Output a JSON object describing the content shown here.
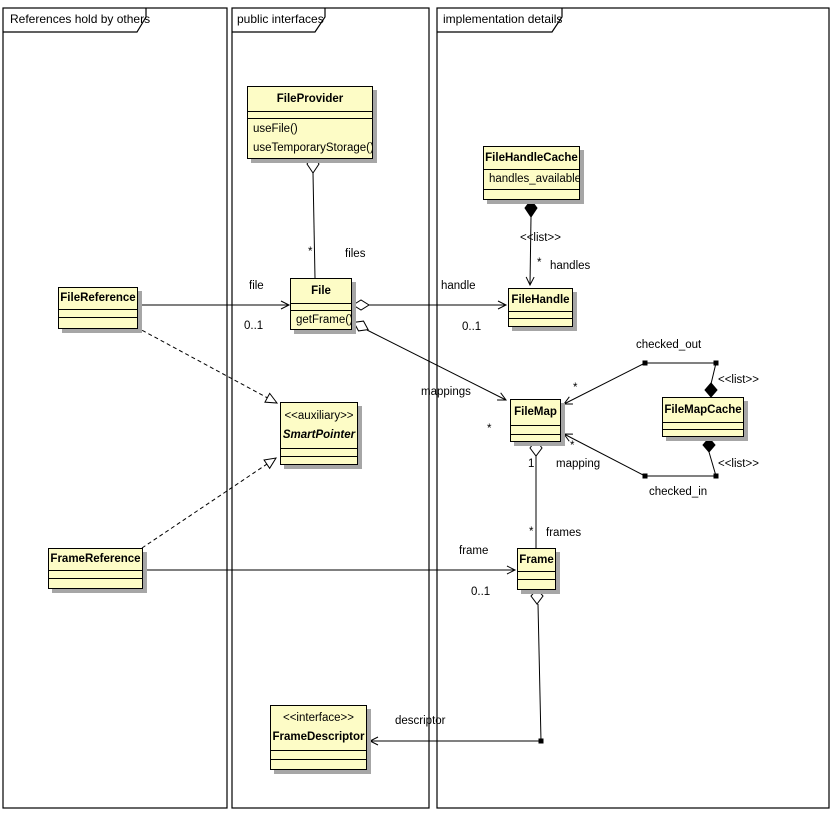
{
  "packages": {
    "references": {
      "label": "References hold by others"
    },
    "public": {
      "label": "public interfaces"
    },
    "implementation": {
      "label": "implementation details"
    }
  },
  "classes": {
    "file_provider": {
      "name": "FileProvider",
      "operations": [
        "useFile()",
        "useTemporaryStorage()"
      ]
    },
    "file_handle_cache": {
      "name": "FileHandleCache",
      "attributes": [
        "handles_available"
      ]
    },
    "file": {
      "name": "File",
      "operations": [
        "getFrame()"
      ]
    },
    "file_handle": {
      "name": "FileHandle"
    },
    "file_reference": {
      "name": "FileReference"
    },
    "smart_pointer": {
      "stereotype": "<<auxiliary>>",
      "name": "SmartPointer"
    },
    "file_map": {
      "name": "FileMap"
    },
    "file_map_cache": {
      "name": "FileMapCache"
    },
    "frame_reference": {
      "name": "FrameReference"
    },
    "frame": {
      "name": "Frame"
    },
    "frame_descriptor": {
      "stereotype": "<<interface>>",
      "name": "FrameDescriptor"
    }
  },
  "edge_labels": {
    "files_mult": "*",
    "files_role": "files",
    "file_role": "file",
    "file_mult": "0..1",
    "handle_role": "handle",
    "handle_mult": "0..1",
    "handles_list": "<<list>>",
    "handles_mult": "*",
    "handles_role": "handles",
    "mappings_role": "mappings",
    "mappings_mult": "*",
    "checked_out_role": "checked_out",
    "checked_out_list": "<<list>>",
    "checked_out_mult": "*",
    "checked_in_role": "checked_in",
    "checked_in_list": "<<list>>",
    "checked_in_mult": "*",
    "mapping_mult": "1",
    "mapping_role": "mapping",
    "frames_mult": "*",
    "frames_role": "frames",
    "frame_role": "frame",
    "frame_mult": "0..1",
    "descriptor_role": "descriptor"
  },
  "colors": {
    "class_fill": "#fdfcc6",
    "border": "#000000",
    "shadow": "#a6a6a6",
    "background": "#ffffff"
  }
}
